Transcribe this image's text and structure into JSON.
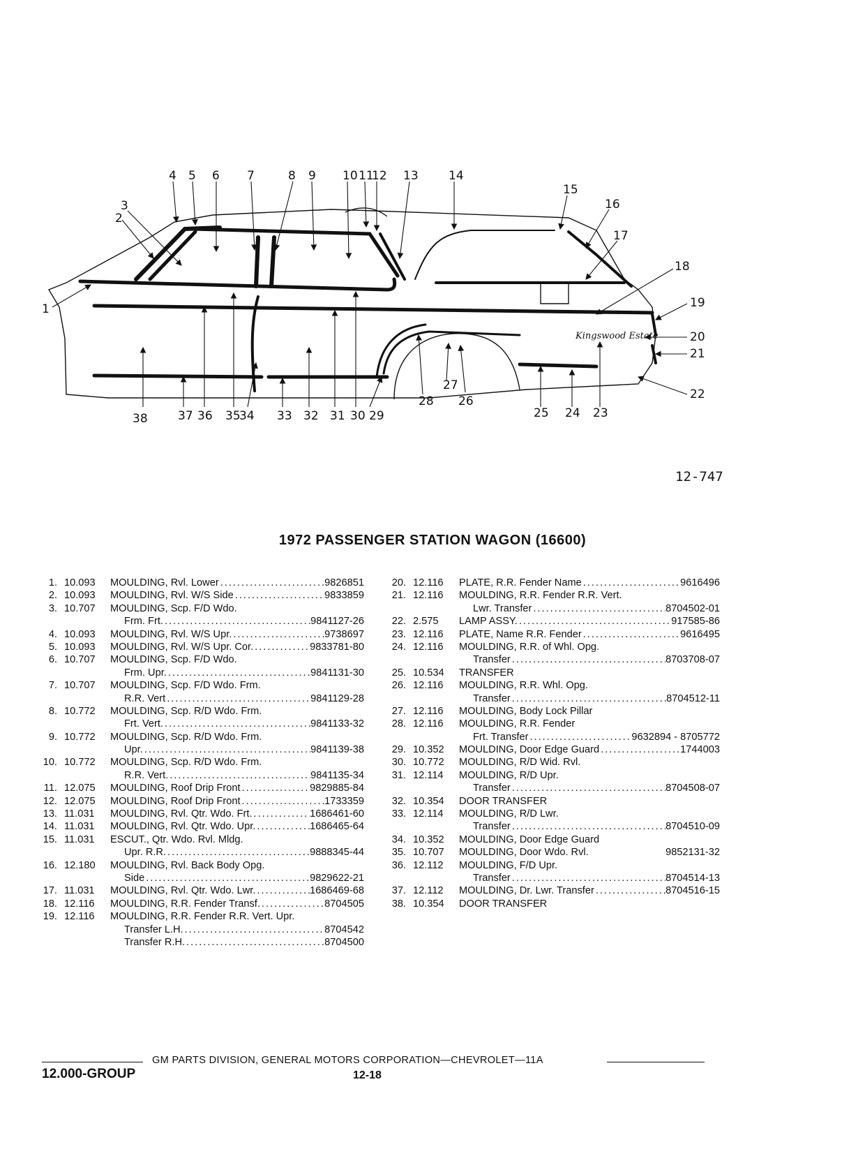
{
  "figure": {
    "id": "12-747",
    "emblem_script": "Kingswood Estate",
    "callouts": [
      "1",
      "2",
      "3",
      "4",
      "5",
      "6",
      "7",
      "8",
      "9",
      "10",
      "11",
      "12",
      "13",
      "14",
      "15",
      "16",
      "17",
      "18",
      "19",
      "20",
      "21",
      "22",
      "23",
      "24",
      "25",
      "26",
      "27",
      "28",
      "29",
      "30",
      "31",
      "32",
      "33",
      "34",
      "35",
      "36",
      "37",
      "38"
    ]
  },
  "title": "1972 PASSENGER STATION WAGON (16600)",
  "parts_left": [
    {
      "num": "1.",
      "grp": "10.093",
      "desc": "MOULDING, Rvl. Lower",
      "part": "9826851"
    },
    {
      "num": "2.",
      "grp": "10.093",
      "desc": "MOULDING, Rvl. W/S Side",
      "part": "9833859"
    },
    {
      "num": "3.",
      "grp": "10.707",
      "desc": "MOULDING, Scp. F/D Wdo."
    },
    {
      "desc": "Frm. Frt.",
      "part": "9841127-26",
      "indent": true
    },
    {
      "num": "4.",
      "grp": "10.093",
      "desc": "MOULDING, Rvl. W/S Upr.",
      "part": "9738697"
    },
    {
      "num": "5.",
      "grp": "10.093",
      "desc": "MOULDING, Rvl. W/S Upr. Cor.",
      "part": "9833781-80"
    },
    {
      "num": "6.",
      "grp": "10.707",
      "desc": "MOULDING, Scp. F/D Wdo."
    },
    {
      "desc": "Frm. Upr.",
      "part": "9841131-30",
      "indent": true
    },
    {
      "num": "7.",
      "grp": "10.707",
      "desc": "MOULDING, Scp. F/D Wdo. Frm."
    },
    {
      "desc": "R.R. Vert",
      "part": "9841129-28",
      "indent": true
    },
    {
      "num": "8.",
      "grp": "10.772",
      "desc": "MOULDING, Scp. R/D Wdo. Frm."
    },
    {
      "desc": "Frt. Vert.",
      "part": "9841133-32",
      "indent": true
    },
    {
      "num": "9.",
      "grp": "10.772",
      "desc": "MOULDING, Scp. R/D Wdo. Frm."
    },
    {
      "desc": "Upr.",
      "part": "9841139-38",
      "indent": true
    },
    {
      "num": "10.",
      "grp": "10.772",
      "desc": "MOULDING, Scp. R/D Wdo. Frm."
    },
    {
      "desc": "R.R. Vert.",
      "part": "9841135-34",
      "indent": true
    },
    {
      "num": "11.",
      "grp": "12.075",
      "desc": "MOULDING, Roof Drip Front",
      "part": "9829885-84"
    },
    {
      "num": "12.",
      "grp": "12.075",
      "desc": "MOULDING, Roof Drip Front",
      "part": "1733359"
    },
    {
      "num": "13.",
      "grp": "11.031",
      "desc": "MOULDING, Rvl. Qtr. Wdo. Frt.",
      "part": "1686461-60"
    },
    {
      "num": "14.",
      "grp": "11.031",
      "desc": "MOULDING, Rvl. Qtr. Wdo. Upr.",
      "part": "1686465-64"
    },
    {
      "num": "15.",
      "grp": "11.031",
      "desc": "ESCUT., Qtr. Wdo. Rvl. Mldg."
    },
    {
      "desc": "Upr. R.R.",
      "part": "9888345-44",
      "indent": true
    },
    {
      "num": "16.",
      "grp": "12.180",
      "desc": "MOULDING, Rvl. Back Body Opg."
    },
    {
      "desc": "Side",
      "part": "9829622-21",
      "indent": true
    },
    {
      "num": "17.",
      "grp": "11.031",
      "desc": "MOULDING, Rvl. Qtr. Wdo. Lwr.",
      "part": "1686469-68"
    },
    {
      "num": "18.",
      "grp": "12.116",
      "desc": "MOULDING, R.R. Fender Transf.",
      "part": "8704505"
    },
    {
      "num": "19.",
      "grp": "12.116",
      "desc": "MOULDING, R.R. Fender R.R. Vert. Upr."
    },
    {
      "desc": "Transfer L.H.",
      "part": "8704542",
      "indent": true
    },
    {
      "desc": "Transfer R.H.",
      "part": "8704500",
      "indent": true
    }
  ],
  "parts_right": [
    {
      "num": "20.",
      "grp": "12.116",
      "desc": "PLATE, R.R. Fender Name",
      "part": "9616496"
    },
    {
      "num": "21.",
      "grp": "12.116",
      "desc": "MOULDING, R.R. Fender R.R. Vert."
    },
    {
      "desc": "Lwr. Transfer",
      "part": "8704502-01",
      "indent": true
    },
    {
      "num": "22.",
      "grp": "2.575",
      "desc": "LAMP ASSY.",
      "part": "917585-86"
    },
    {
      "num": "23.",
      "grp": "12.116",
      "desc": "PLATE, Name R.R. Fender",
      "part": "9616495"
    },
    {
      "num": "24.",
      "grp": "12.116",
      "desc": "MOULDING, R.R. of Whl. Opg."
    },
    {
      "desc": "Transfer",
      "part": "8703708-07",
      "indent": true
    },
    {
      "num": "25.",
      "grp": "10.534",
      "desc": "TRANSFER"
    },
    {
      "num": "26.",
      "grp": "12.116",
      "desc": "MOULDING, R.R. Whl. Opg."
    },
    {
      "desc": "Transfer",
      "part": "8704512-11",
      "indent": true
    },
    {
      "num": "27.",
      "grp": "12.116",
      "desc": "MOULDING, Body Lock Pillar"
    },
    {
      "num": "28.",
      "grp": "12.116",
      "desc": "MOULDING, R.R. Fender"
    },
    {
      "desc": "Frt. Transfer",
      "part": "9632894 - 8705772",
      "indent": true
    },
    {
      "num": "29.",
      "grp": "10.352",
      "desc": "MOULDING, Door Edge Guard",
      "part": "1744003"
    },
    {
      "num": "30.",
      "grp": "10.772",
      "desc": "MOULDING, R/D Wid. Rvl."
    },
    {
      "num": "31.",
      "grp": "12.114",
      "desc": "MOULDING, R/D Upr."
    },
    {
      "desc": "Transfer",
      "part": "8704508-07",
      "indent": true
    },
    {
      "num": "32.",
      "grp": "10.354",
      "desc": "DOOR TRANSFER"
    },
    {
      "num": "33.",
      "grp": "12.114",
      "desc": "MOULDING, R/D Lwr."
    },
    {
      "desc": "Transfer",
      "part": "8704510-09",
      "indent": true
    },
    {
      "num": "34.",
      "grp": "10.352",
      "desc": "MOULDING, Door Edge Guard"
    },
    {
      "num": "35.",
      "grp": "10.707",
      "desc": "MOULDING, Door Wdo. Rvl.",
      "part": "9852131-32",
      "nodots": true
    },
    {
      "num": "36.",
      "grp": "12.112",
      "desc": "MOULDING, F/D Upr."
    },
    {
      "desc": "Transfer",
      "part": "8704514-13",
      "indent": true
    },
    {
      "num": "37.",
      "grp": "12.112",
      "desc": "MOULDING, Dr. Lwr. Transfer",
      "part": "8704516-15"
    },
    {
      "num": "38.",
      "grp": "10.354",
      "desc": "DOOR TRANSFER"
    }
  ],
  "footer": {
    "text": "GM PARTS DIVISION, GENERAL MOTORS CORPORATION—CHEVROLET—11A",
    "group": "12.000-GROUP",
    "page": "12-18"
  }
}
